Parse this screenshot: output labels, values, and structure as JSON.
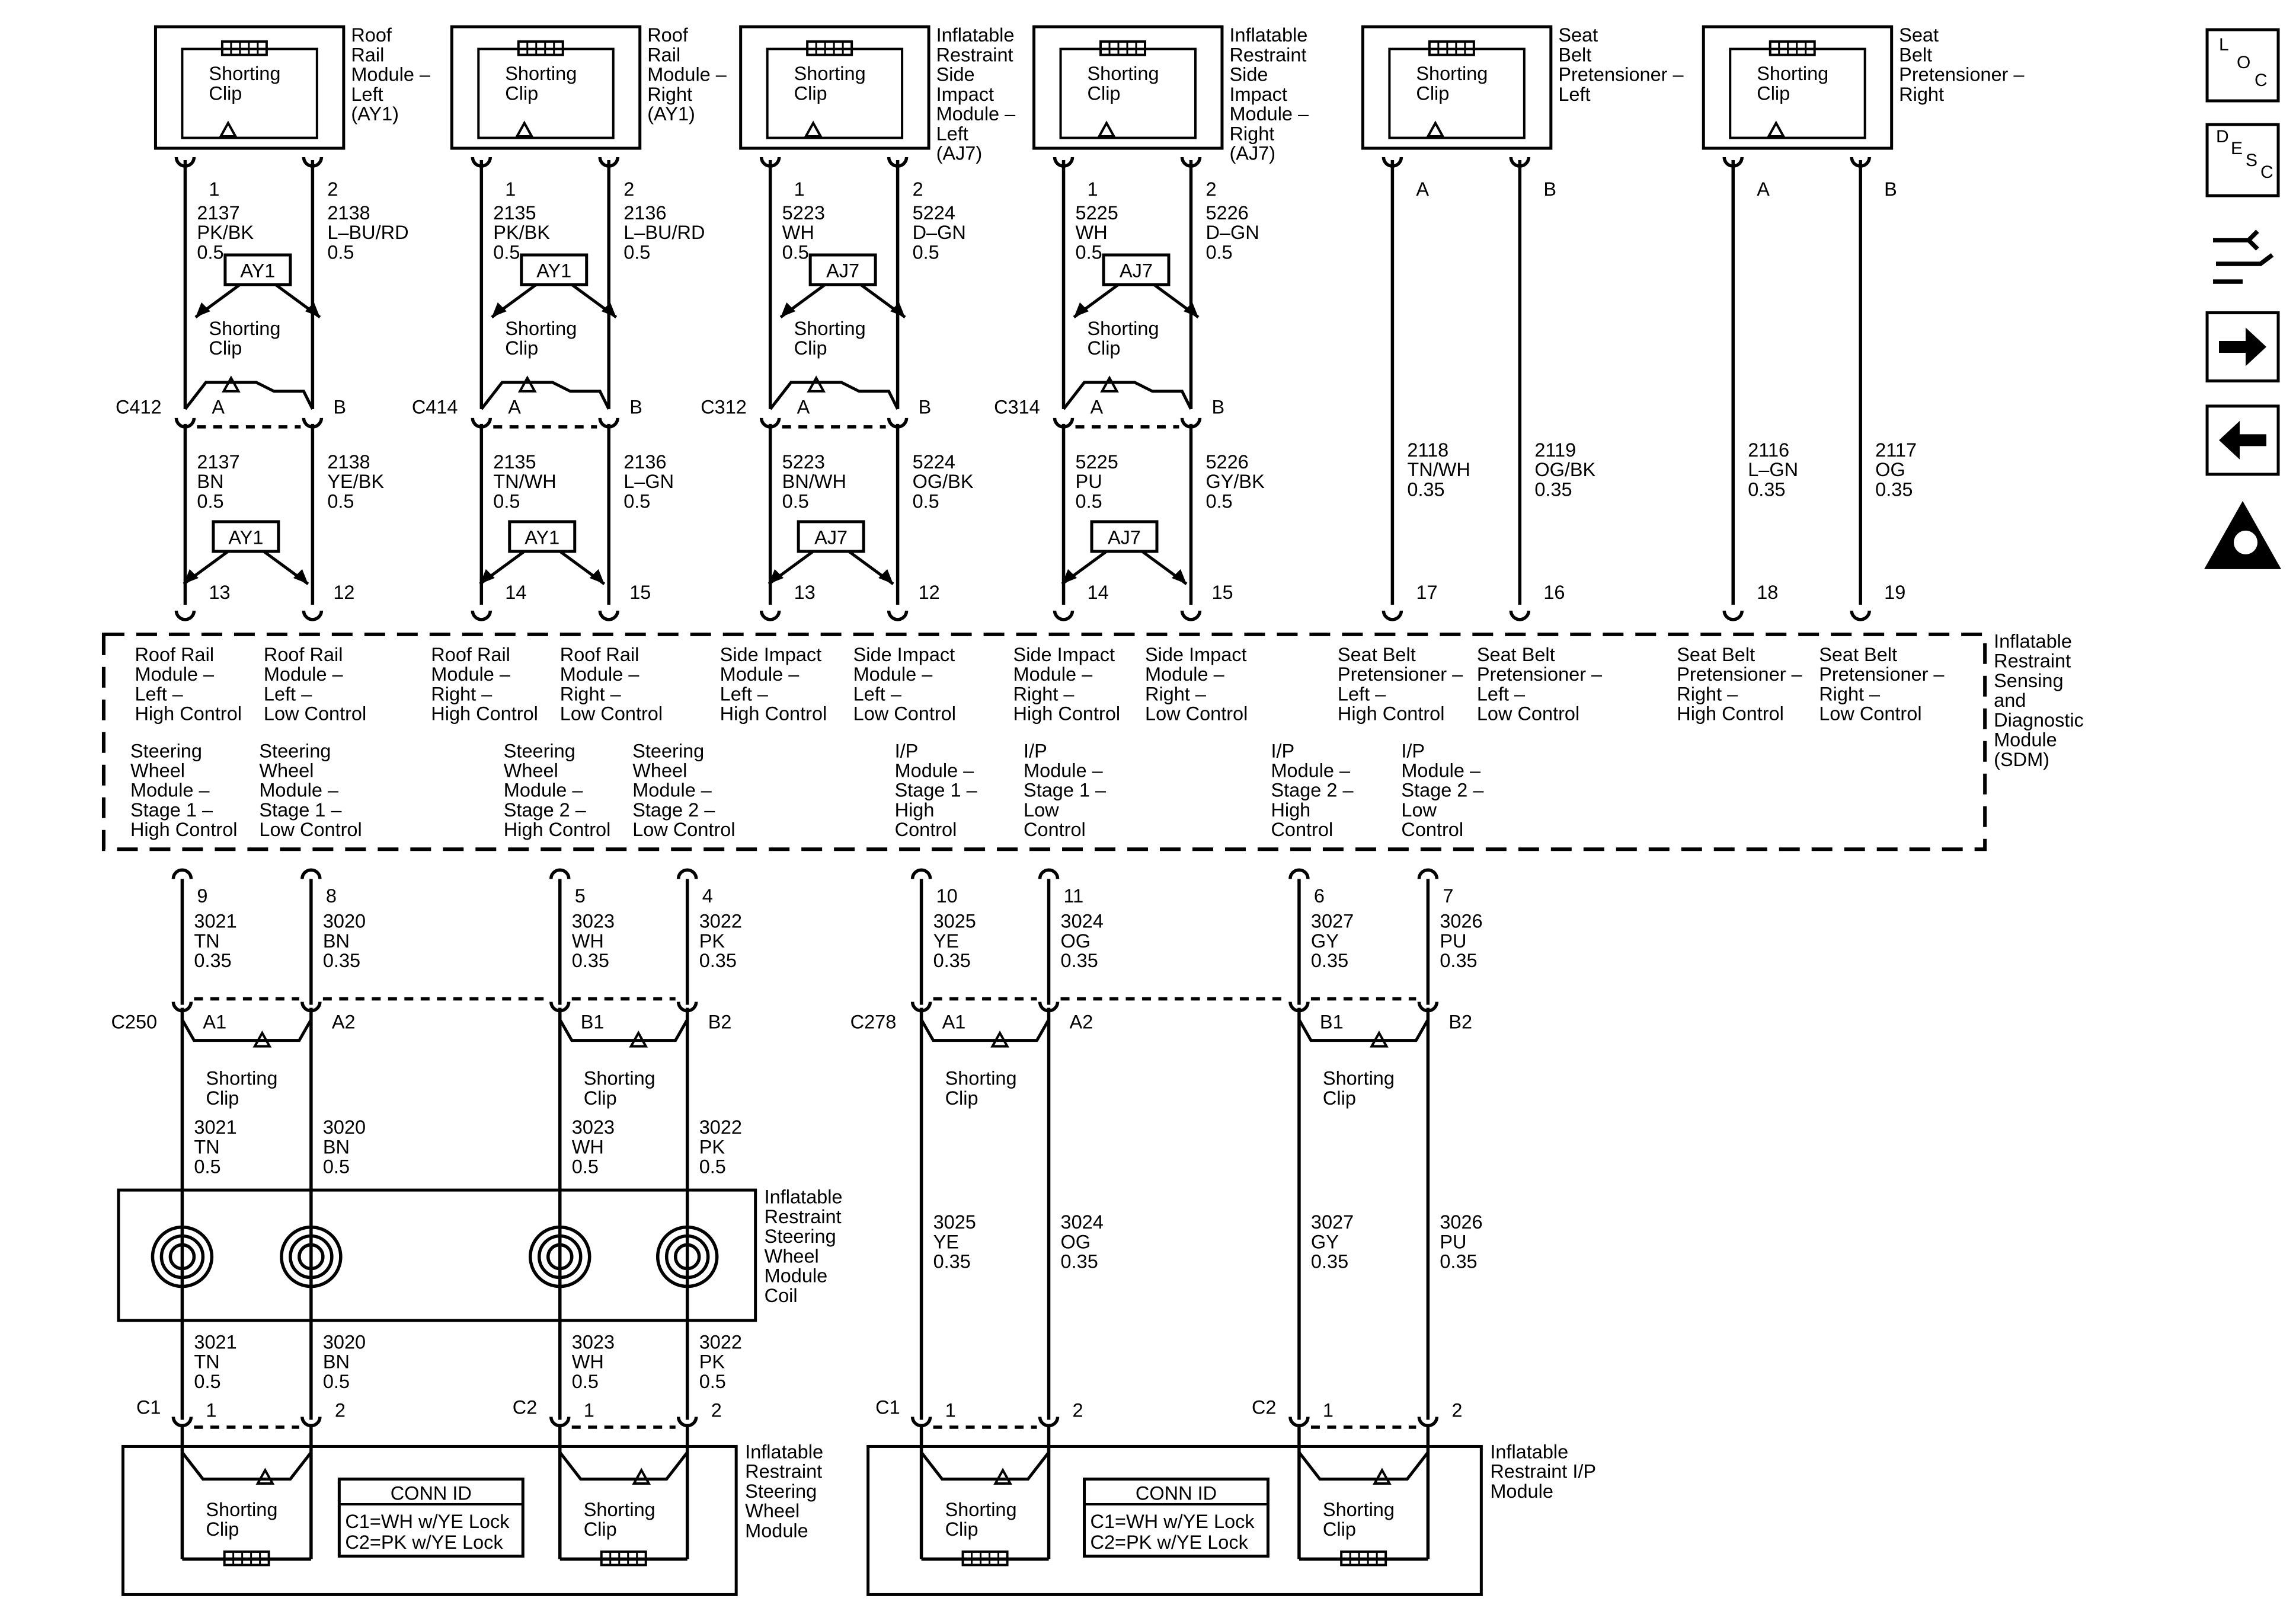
{
  "top_modules": [
    {
      "id": "rrl",
      "name": [
        "Roof",
        "Rail",
        "Module –",
        "Left",
        "(AY1)"
      ],
      "clip": [
        "Shorting",
        "Clip"
      ],
      "pins": [
        "1",
        "2"
      ],
      "upper": [
        [
          "2137",
          "PK/BK",
          "0.5"
        ],
        [
          "2138",
          "L–BU/RD",
          "0.5"
        ]
      ],
      "option": "AY1",
      "inline_clip": [
        "Shorting",
        "Clip"
      ],
      "conn": "C412",
      "conn_pins": [
        "A",
        "B"
      ],
      "lower": [
        [
          "2137",
          "BN",
          "0.5"
        ],
        [
          "2138",
          "YE/BK",
          "0.5"
        ]
      ],
      "option2": "AY1",
      "sdm_pins": [
        "13",
        "12"
      ]
    },
    {
      "id": "rrr",
      "name": [
        "Roof",
        "Rail",
        "Module –",
        "Right",
        "(AY1)"
      ],
      "clip": [
        "Shorting",
        "Clip"
      ],
      "pins": [
        "1",
        "2"
      ],
      "upper": [
        [
          "2135",
          "PK/BK",
          "0.5"
        ],
        [
          "2136",
          "L–BU/RD",
          "0.5"
        ]
      ],
      "option": "AY1",
      "inline_clip": [
        "Shorting",
        "Clip"
      ],
      "conn": "C414",
      "conn_pins": [
        "A",
        "B"
      ],
      "lower": [
        [
          "2135",
          "TN/WH",
          "0.5"
        ],
        [
          "2136",
          "L–GN",
          "0.5"
        ]
      ],
      "option2": "AY1",
      "sdm_pins": [
        "14",
        "15"
      ]
    },
    {
      "id": "sil",
      "name": [
        "Inflatable",
        "Restraint",
        "Side",
        "Impact",
        "Module –",
        "Left",
        "(AJ7)"
      ],
      "clip": [
        "Shorting",
        "Clip"
      ],
      "pins": [
        "1",
        "2"
      ],
      "upper": [
        [
          "5223",
          "WH",
          "0.5"
        ],
        [
          "5224",
          "D–GN",
          "0.5"
        ]
      ],
      "option": "AJ7",
      "inline_clip": [
        "Shorting",
        "Clip"
      ],
      "conn": "C312",
      "conn_pins": [
        "A",
        "B"
      ],
      "lower": [
        [
          "5223",
          "BN/WH",
          "0.5"
        ],
        [
          "5224",
          "OG/BK",
          "0.5"
        ]
      ],
      "option2": "AJ7",
      "sdm_pins": [
        "13",
        "12"
      ]
    },
    {
      "id": "sir",
      "name": [
        "Inflatable",
        "Restraint",
        "Side",
        "Impact",
        "Module –",
        "Right",
        "(AJ7)"
      ],
      "clip": [
        "Shorting",
        "Clip"
      ],
      "pins": [
        "1",
        "2"
      ],
      "upper": [
        [
          "5225",
          "WH",
          "0.5"
        ],
        [
          "5226",
          "D–GN",
          "0.5"
        ]
      ],
      "option": "AJ7",
      "inline_clip": [
        "Shorting",
        "Clip"
      ],
      "conn": "C314",
      "conn_pins": [
        "A",
        "B"
      ],
      "lower": [
        [
          "5225",
          "PU",
          "0.5"
        ],
        [
          "5226",
          "GY/BK",
          "0.5"
        ]
      ],
      "option2": "AJ7",
      "sdm_pins": [
        "14",
        "15"
      ]
    }
  ],
  "pretensioners": [
    {
      "id": "sbl",
      "name": [
        "Seat",
        "Belt",
        "Pretensioner –",
        "Left"
      ],
      "clip": [
        "Shorting",
        "Clip"
      ],
      "pins": [
        "A",
        "B"
      ],
      "wires": [
        [
          "2118",
          "TN/WH",
          "0.35"
        ],
        [
          "2119",
          "OG/BK",
          "0.35"
        ]
      ],
      "sdm_pins": [
        "17",
        "16"
      ]
    },
    {
      "id": "sbr",
      "name": [
        "Seat",
        "Belt",
        "Pretensioner –",
        "Right"
      ],
      "clip": [
        "Shorting",
        "Clip"
      ],
      "pins": [
        "A",
        "B"
      ],
      "wires": [
        [
          "2116",
          "L–GN",
          "0.35"
        ],
        [
          "2117",
          "OG",
          "0.35"
        ]
      ],
      "sdm_pins": [
        "18",
        "19"
      ]
    }
  ],
  "sdm": {
    "title": [
      "Inflatable",
      "Restraint",
      "Sensing",
      "and",
      "Diagnostic",
      "Module",
      "(SDM)"
    ],
    "upper_labels": [
      [
        "Roof Rail",
        "Module –",
        "Left –",
        "High Control"
      ],
      [
        "Roof Rail",
        "Module –",
        "Left –",
        "Low Control"
      ],
      [
        "Roof Rail",
        "Module –",
        "Right –",
        "High Control"
      ],
      [
        "Roof Rail",
        "Module –",
        "Right –",
        "Low Control"
      ],
      [
        "Side Impact",
        "Module –",
        "Left –",
        "High Control"
      ],
      [
        "Side Impact",
        "Module –",
        "Left –",
        "Low Control"
      ],
      [
        "Side Impact",
        "Module –",
        "Right –",
        "High Control"
      ],
      [
        "Side Impact",
        "Module –",
        "Right –",
        "Low Control"
      ],
      [
        "Seat Belt",
        "Pretensioner –",
        "Left –",
        "High Control"
      ],
      [
        "Seat Belt",
        "Pretensioner –",
        "Left –",
        "Low Control"
      ],
      [
        "Seat Belt",
        "Pretensioner –",
        "Right –",
        "High Control"
      ],
      [
        "Seat Belt",
        "Pretensioner –",
        "Right –",
        "Low Control"
      ]
    ],
    "lower_labels": [
      [
        "Steering",
        "Wheel",
        "Module –",
        "Stage 1 –",
        "High Control"
      ],
      [
        "Steering",
        "Wheel",
        "Module –",
        "Stage 1 –",
        "Low Control"
      ],
      [
        "Steering",
        "Wheel",
        "Module –",
        "Stage 2 –",
        "High Control"
      ],
      [
        "Steering",
        "Wheel",
        "Module –",
        "Stage 2 –",
        "Low Control"
      ],
      [
        "I/P",
        "Module –",
        "Stage 1 –",
        "High",
        "Control"
      ],
      [
        "I/P",
        "Module –",
        "Stage 1 –",
        "Low",
        "Control"
      ],
      [
        "I/P",
        "Module –",
        "Stage 2 –",
        "High",
        "Control"
      ],
      [
        "I/P",
        "Module –",
        "Stage 2 –",
        "Low",
        "Control"
      ]
    ]
  },
  "bottom": [
    {
      "id": "sw",
      "sdm_pins": [
        "9",
        "8",
        "5",
        "4"
      ],
      "wires_top": [
        [
          "3021",
          "TN",
          "0.35"
        ],
        [
          "3020",
          "BN",
          "0.35"
        ],
        [
          "3023",
          "WH",
          "0.35"
        ],
        [
          "3022",
          "PK",
          "0.35"
        ]
      ],
      "conn": "C250",
      "conn_pins": [
        "A1",
        "A2",
        "B1",
        "B2"
      ],
      "clip": [
        "Shorting",
        "Clip"
      ],
      "wires_mid": [
        [
          "3021",
          "TN",
          "0.5"
        ],
        [
          "3020",
          "BN",
          "0.5"
        ],
        [
          "3023",
          "WH",
          "0.5"
        ],
        [
          "3022",
          "PK",
          "0.5"
        ]
      ],
      "coil_name": [
        "Inflatable",
        "Restraint",
        "Steering",
        "Wheel",
        "Module",
        "Coil"
      ],
      "wires_low": [
        [
          "3021",
          "TN",
          "0.5"
        ],
        [
          "3020",
          "BN",
          "0.5"
        ],
        [
          "3023",
          "WH",
          "0.5"
        ],
        [
          "3022",
          "PK",
          "0.5"
        ]
      ],
      "conns": [
        "C1",
        "C2"
      ],
      "conn_sub_pins": [
        "1",
        "2",
        "1",
        "2"
      ],
      "module_name": [
        "Inflatable",
        "Restraint",
        "Steering",
        "Wheel",
        "Module"
      ],
      "conn_id": [
        "CONN ID",
        "C1=WH w/YE Lock",
        "C2=PK w/YE Lock"
      ]
    },
    {
      "id": "ip",
      "sdm_pins": [
        "10",
        "11",
        "6",
        "7"
      ],
      "wires_top": [
        [
          "3025",
          "YE",
          "0.35"
        ],
        [
          "3024",
          "OG",
          "0.35"
        ],
        [
          "3027",
          "GY",
          "0.35"
        ],
        [
          "3026",
          "PU",
          "0.35"
        ]
      ],
      "conn": "C278",
      "conn_pins": [
        "A1",
        "A2",
        "B1",
        "B2"
      ],
      "clip": [
        "Shorting",
        "Clip"
      ],
      "wires_mid": [
        [
          "3025",
          "YE",
          "0.35"
        ],
        [
          "3024",
          "OG",
          "0.35"
        ],
        [
          "3027",
          "GY",
          "0.35"
        ],
        [
          "3026",
          "PU",
          "0.35"
        ]
      ],
      "conns": [
        "C1",
        "C2"
      ],
      "conn_sub_pins": [
        "1",
        "2",
        "1",
        "2"
      ],
      "module_name": [
        "Inflatable",
        "Restraint I/P",
        "Module"
      ],
      "conn_id": [
        "CONN ID",
        "C1=WH w/YE Lock",
        "C2=PK w/YE Lock"
      ]
    }
  ],
  "side_icons": [
    {
      "name": "loc-icon",
      "letters": [
        "L",
        "O",
        "C"
      ]
    },
    {
      "name": "desc-icon",
      "letters": [
        "D",
        "E",
        "S",
        "C"
      ]
    },
    {
      "name": "connector-view-icon"
    },
    {
      "name": "next-page-icon"
    },
    {
      "name": "previous-page-icon"
    },
    {
      "name": "airbag-warning-icon"
    }
  ]
}
